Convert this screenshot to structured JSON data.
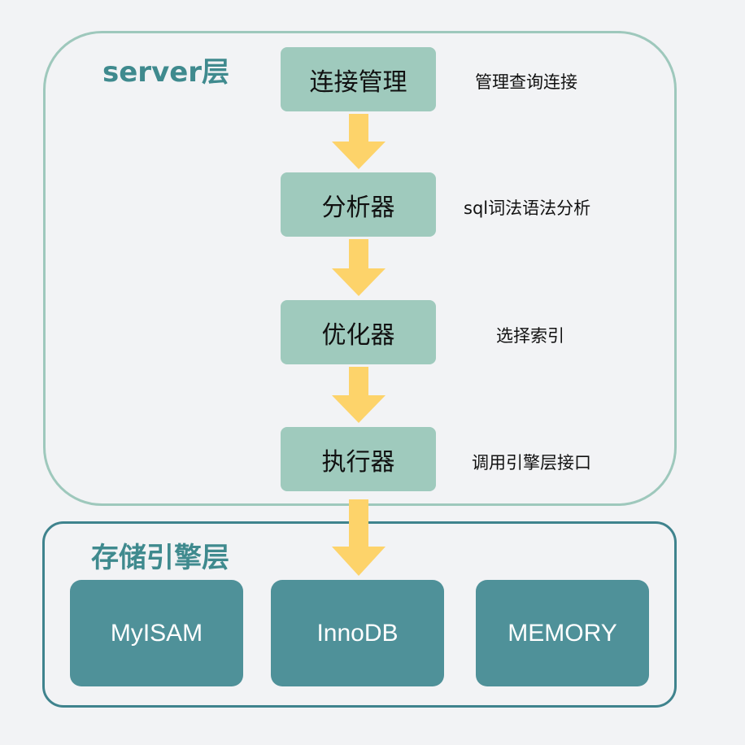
{
  "server_layer": {
    "title": "server层"
  },
  "storage_layer": {
    "title": "存储引擎层"
  },
  "stages": [
    {
      "label": "连接管理",
      "note": "管理查询连接"
    },
    {
      "label": "分析器",
      "note": "sql词法语法分析"
    },
    {
      "label": "优化器",
      "note": "选择索引"
    },
    {
      "label": "执行器",
      "note": "调用引擎层接口"
    }
  ],
  "engines": [
    "MyISAM",
    "InnoDB",
    "MEMORY"
  ],
  "colors": {
    "background": "#f2f3f5",
    "server_border": "#9ec8bc",
    "stage_fill": "#9fcabd",
    "storage_border": "#3f838d",
    "engine_fill": "#4f9199",
    "arrow": "#fdd36a",
    "title_text": "#3f8a8e"
  }
}
